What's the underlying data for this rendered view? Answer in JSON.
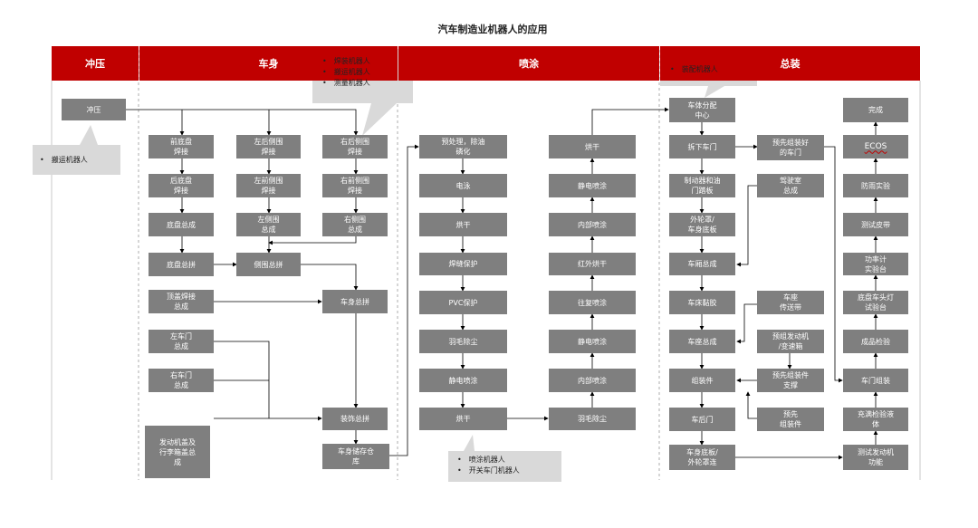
{
  "title": "汽车制造业机器人的应用",
  "sections": {
    "stamping": "冲压",
    "body": "车身",
    "painting": "喷涂",
    "assembly": "总装"
  },
  "stamping": {
    "box": "冲压",
    "callout": [
      "搬运机器人"
    ]
  },
  "body": {
    "col1": [
      "前底盘\n焊接",
      "后底盘\n焊接",
      "底盘总成",
      "底盘总拼",
      "顶盖焊接\n总成",
      "左车门\n总成",
      "右车门\n总成",
      "发动机盖及\n行李箱盖总\n成"
    ],
    "col2": [
      "左后侧围\n焊接",
      "左前侧围\n焊接",
      "左侧围\n总成",
      "侧围总拼"
    ],
    "col3": [
      "右后侧围\n焊接",
      "右前侧围\n焊接",
      "右侧围\n总成",
      "车身总拼",
      "装饰总拼",
      "车身储存仓\n库"
    ],
    "callout": [
      "焊装机器人",
      "搬运机器人",
      "测量机器人"
    ]
  },
  "painting": {
    "col1": [
      "预处理，除油\n磷化",
      "电泳",
      "烘干",
      "焊缝保护",
      "PVC保护",
      "羽毛除尘",
      "静电喷涂",
      "烘干"
    ],
    "col2": [
      "烘干",
      "静电喷涂",
      "内部喷涂",
      "红外烘干",
      "往复喷涂",
      "静电喷涂",
      "内部喷涂",
      "羽毛除尘"
    ],
    "callout": [
      "喷涂机器人",
      "开关车门机器人"
    ]
  },
  "assembly": {
    "col1": [
      "车体分配\n中心",
      "拆下车门",
      "制动器和油\n门踏板",
      "外轮罩/\n车身底板",
      "车厢总成",
      "车床黏胶",
      "车座总成",
      "组装件",
      "车后门",
      "车身底板/\n外轮罩连"
    ],
    "col2": [
      "预先组装好\n的车门",
      "驾驶室\n总成",
      "车座\n传送带",
      "预组发动机\n/变速箱",
      "预先组装件\n支撑",
      "预先\n组装件"
    ],
    "col3": [
      "完成",
      "ECOS",
      "防雨实验",
      "测试皮带",
      "功率计\n实验台",
      "底盘车头灯\n试验台",
      "成品检验",
      "车门组装",
      "充满检验液\n体",
      "测试发动机\n功能"
    ],
    "callout": [
      "装配机器人"
    ]
  },
  "colors": {
    "header": "#c00000",
    "box": "#7f7f7f",
    "callout": "#d9d9d9"
  }
}
